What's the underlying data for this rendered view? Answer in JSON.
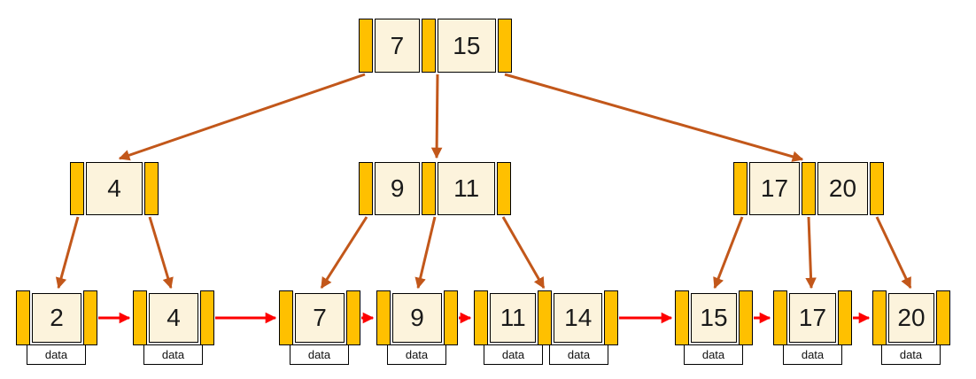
{
  "diagram_type": "b-plus-tree",
  "labels": {
    "data_label": "data"
  },
  "colors": {
    "background": "#FFFFFF",
    "pointer_cell": "#FFC000",
    "key_cell": "#FCF3DC",
    "cell_border": "#000000",
    "tree_edge": "#C2571A",
    "leaf_link": "#FE0000",
    "data_box": "#FFFFFF"
  },
  "nodes": {
    "root": {
      "keys": [
        "7",
        "15"
      ]
    },
    "internal_left": {
      "keys": [
        "4"
      ]
    },
    "internal_middle": {
      "keys": [
        "9",
        "11"
      ]
    },
    "internal_right": {
      "keys": [
        "17",
        "20"
      ]
    },
    "leaves": [
      {
        "keys": [
          "2"
        ]
      },
      {
        "keys": [
          "4"
        ]
      },
      {
        "keys": [
          "7"
        ]
      },
      {
        "keys": [
          "9"
        ]
      },
      {
        "keys": [
          "11",
          "14"
        ]
      },
      {
        "keys": [
          "15"
        ]
      },
      {
        "keys": [
          "17"
        ]
      },
      {
        "keys": [
          "20"
        ]
      }
    ]
  },
  "edges": {
    "tree": [
      {
        "from": "root",
        "to": "internal-left"
      },
      {
        "from": "root",
        "to": "internal-middle"
      },
      {
        "from": "root",
        "to": "internal-right"
      },
      {
        "from": "internal-left",
        "to": "leaf-2"
      },
      {
        "from": "internal-left",
        "to": "leaf-4"
      },
      {
        "from": "internal-middle",
        "to": "leaf-7"
      },
      {
        "from": "internal-middle",
        "to": "leaf-9"
      },
      {
        "from": "internal-middle",
        "to": "leaf-11-14"
      },
      {
        "from": "internal-right",
        "to": "leaf-15"
      },
      {
        "from": "internal-right",
        "to": "leaf-17"
      },
      {
        "from": "internal-right",
        "to": "leaf-20"
      }
    ],
    "leaf_links": [
      {
        "from": "leaf-2",
        "to": "leaf-4"
      },
      {
        "from": "leaf-4",
        "to": "leaf-7"
      },
      {
        "from": "leaf-7",
        "to": "leaf-9"
      },
      {
        "from": "leaf-9",
        "to": "leaf-11-14"
      },
      {
        "from": "leaf-11-14",
        "to": "leaf-15"
      },
      {
        "from": "leaf-15",
        "to": "leaf-17"
      },
      {
        "from": "leaf-17",
        "to": "leaf-20"
      }
    ]
  }
}
